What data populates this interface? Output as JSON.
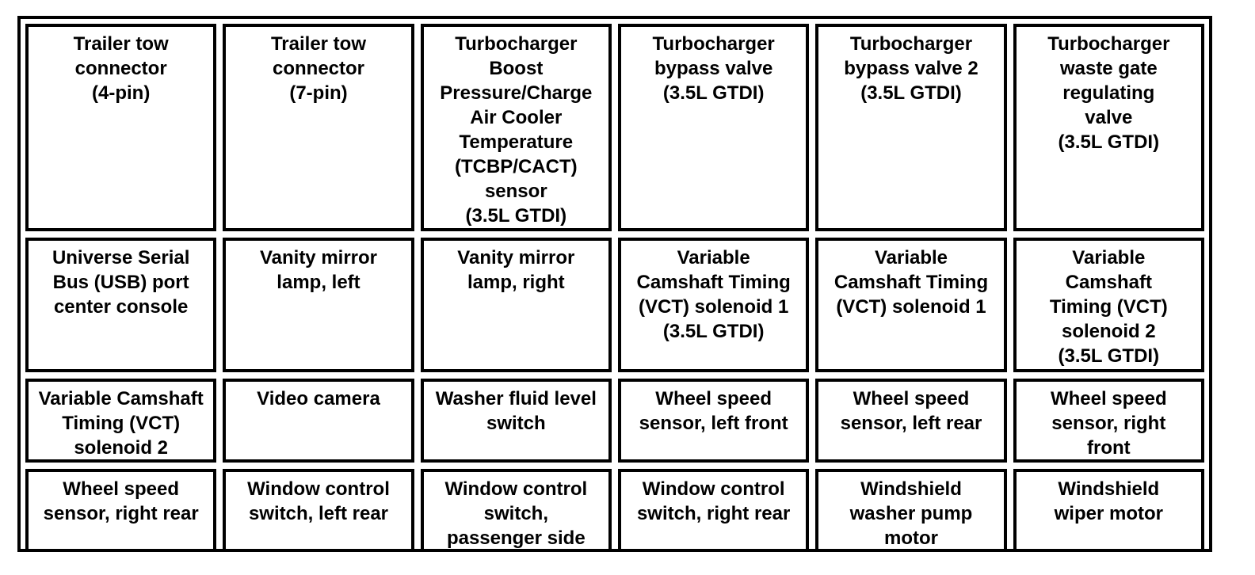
{
  "table": {
    "rows": [
      {
        "cells": [
          "Trailer tow\nconnector\n(4-pin)",
          "Trailer tow\nconnector\n(7-pin)",
          "Turbocharger\nBoost\nPressure/Charge\nAir Cooler\nTemperature\n(TCBP/CACT)\nsensor\n(3.5L GTDI)",
          "Turbocharger\nbypass valve\n(3.5L GTDI)",
          "Turbocharger\nbypass valve 2\n(3.5L GTDI)",
          "Turbocharger\nwaste gate\nregulating\nvalve\n(3.5L GTDI)"
        ]
      },
      {
        "cells": [
          "Universe Serial\nBus (USB) port\ncenter console",
          "Vanity mirror\nlamp, left",
          "Vanity mirror\nlamp, right",
          "Variable\nCamshaft Timing\n(VCT) solenoid 1\n(3.5L GTDI)",
          "Variable\nCamshaft Timing\n(VCT) solenoid 1",
          "Variable\nCamshaft\nTiming (VCT)\nsolenoid 2\n(3.5L GTDI)"
        ]
      },
      {
        "cells": [
          "Variable Camshaft\nTiming (VCT)\nsolenoid 2",
          "Video camera",
          "Washer fluid level\nswitch",
          "Wheel speed\nsensor, left front",
          "Wheel speed\nsensor, left rear",
          "Wheel speed\nsensor, right\nfront"
        ]
      },
      {
        "cells": [
          "Wheel speed\nsensor, right rear",
          "Window control\nswitch, left rear",
          "Window control\nswitch,\npassenger side",
          "Window control\nswitch, right rear",
          "Windshield\nwasher pump\nmotor",
          "Windshield\nwiper motor"
        ]
      }
    ]
  }
}
